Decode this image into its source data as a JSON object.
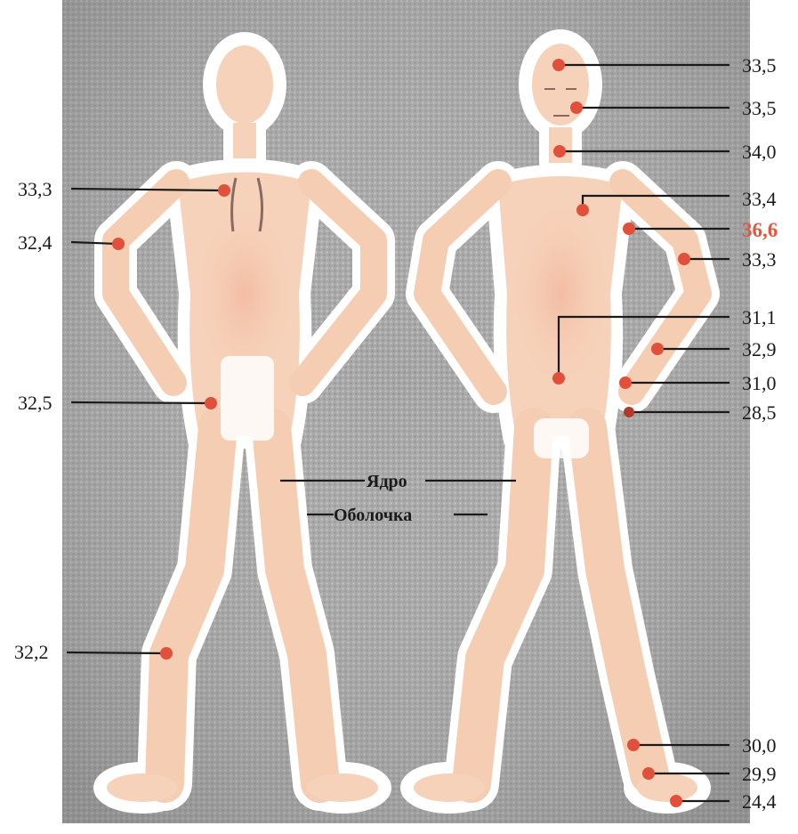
{
  "zones": {
    "core": "Ядро",
    "shell": "Оболочка"
  },
  "back_figure": {
    "points": [
      {
        "id": "upper-back",
        "label": "33,3"
      },
      {
        "id": "shoulder",
        "label": "32,4"
      },
      {
        "id": "buttock",
        "label": "32,5"
      },
      {
        "id": "calf",
        "label": "32,2"
      }
    ]
  },
  "front_figure": {
    "points": [
      {
        "id": "forehead",
        "label": "33,5",
        "highlight": false
      },
      {
        "id": "cheek",
        "label": "33,5",
        "highlight": false
      },
      {
        "id": "neck",
        "label": "34,0",
        "highlight": false
      },
      {
        "id": "chest",
        "label": "33,4",
        "highlight": false
      },
      {
        "id": "armpit",
        "label": "36,6",
        "highlight": true
      },
      {
        "id": "upper-arm",
        "label": "33,3",
        "highlight": false
      },
      {
        "id": "abdomen",
        "label": "31,1",
        "highlight": false
      },
      {
        "id": "forearm",
        "label": "32,9",
        "highlight": false
      },
      {
        "id": "wrist",
        "label": "31,0",
        "highlight": false
      },
      {
        "id": "hand",
        "label": "28,5",
        "highlight": false
      },
      {
        "id": "shin",
        "label": "30,0",
        "highlight": false
      },
      {
        "id": "foot",
        "label": "29,9",
        "highlight": false
      },
      {
        "id": "toe",
        "label": "24,4",
        "highlight": false
      }
    ]
  },
  "colors": {
    "background": "#a9a9a9",
    "glow": "#ffffff",
    "skin": "#f6d2ba",
    "marker": "#e0503a",
    "highlight_text": "#e4573d",
    "text": "#1a1a1a"
  }
}
